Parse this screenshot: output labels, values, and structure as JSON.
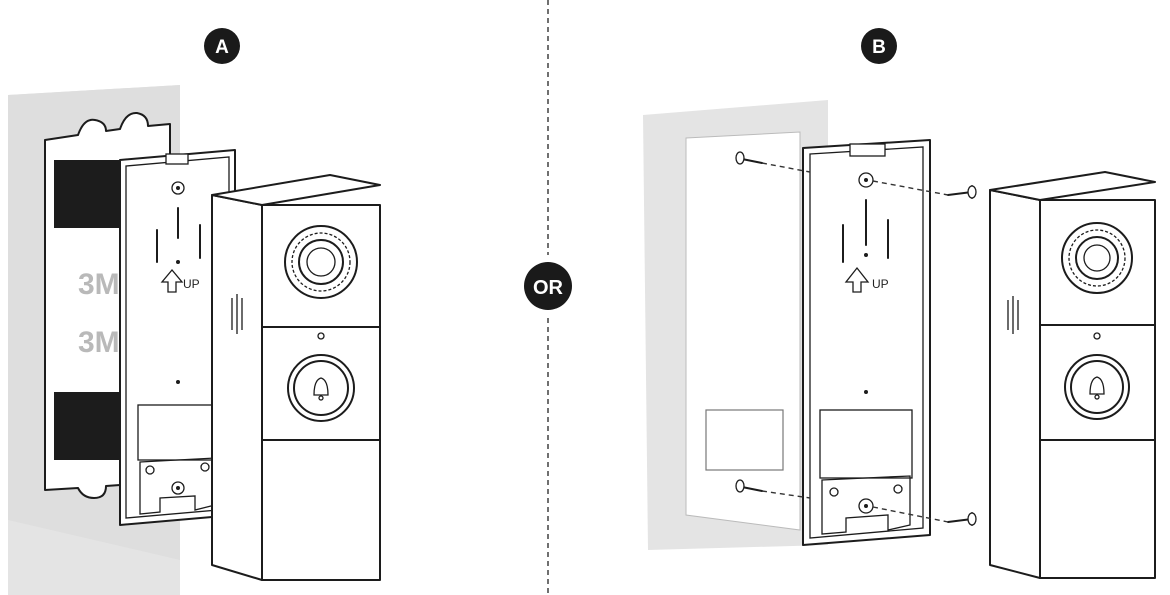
{
  "options": [
    {
      "label": "A",
      "tape_labels": [
        "3M",
        "3M"
      ],
      "up_label": "UP"
    },
    {
      "label": "B",
      "up_label": "UP"
    }
  ],
  "separator_label": "OR",
  "colors": {
    "badge": "#1a1a1a",
    "line": "#1c1c1c",
    "wall": "#e4e4e4",
    "tape_text": "#b9b9b9"
  },
  "icons": [
    "bell-icon",
    "up-arrow-icon",
    "screw-icon",
    "camera-lens-icon"
  ]
}
